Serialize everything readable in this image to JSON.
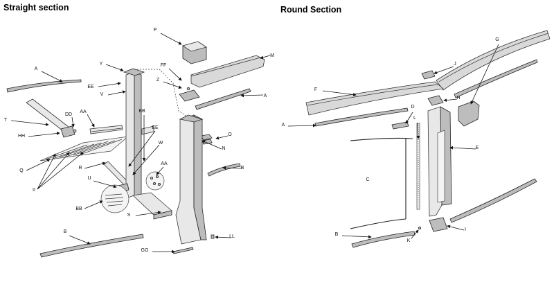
{
  "sections": {
    "straight": {
      "title": "Straight section"
    },
    "round": {
      "title": "Round Section"
    }
  },
  "callouts": {
    "straight": [
      "P",
      "M",
      "A",
      "Y",
      "EE",
      "V",
      "FF",
      "Z",
      "A",
      "T",
      "DD",
      "AA",
      "HH",
      "BB",
      "EE",
      "O",
      "W",
      "N",
      "Q",
      "R",
      "AA",
      "B",
      "II",
      "U",
      "BB",
      "S",
      "B",
      "LL",
      "GG"
    ],
    "round": [
      "G",
      "J",
      "F",
      "H",
      "A",
      "D",
      "L",
      "E",
      "C",
      "B",
      "K",
      "I"
    ]
  },
  "colors": {
    "ink": "#111111",
    "part_fill": "#e8e8e8",
    "dark_fill": "#bdbdbd"
  }
}
